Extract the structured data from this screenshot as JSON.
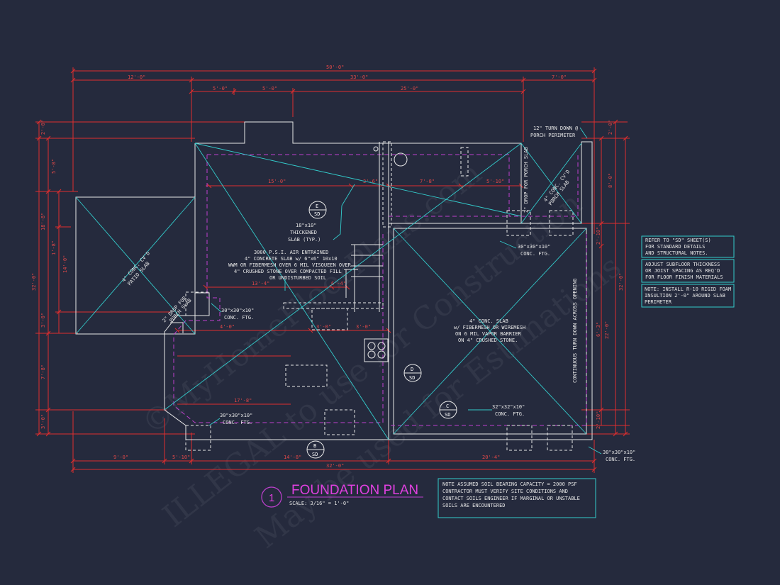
{
  "watermarks": [
    "©MyHomeFloorPlans.com",
    "ILLEGAL to use for Construction",
    "May be used for Estimations"
  ],
  "dims": {
    "overall_top": "50'-0\"",
    "top_left": "12'-0\"",
    "top_mid": "33'-0\"",
    "top_right": "7'-0\"",
    "sub_a": "5'-0\"",
    "sub_b": "5'-0\"",
    "sub_c": "25'-0\"",
    "overall_bottom": "32'-0\"",
    "bot_left": "9'-0\"",
    "bot_b": "5'-10\"",
    "bot_c": "14'-8\"",
    "bot_d": "20'-4\"",
    "left_total": "32'-0\"",
    "left_a": "2'-0\"",
    "left_b": "5'-8\"",
    "left_c": "18'-8\"",
    "left_d": "3'-0\"",
    "left_e": "7'-8\"",
    "left_f": "3'-0\"",
    "left_g": "14'-0\"",
    "left_h": "1'-8\"",
    "right_total": "32'-0\"",
    "right_a": "2'-0\"",
    "right_b": "8'-0\"",
    "right_c": "2'-10\"",
    "right_d": "6'-3\"",
    "right_e": "22'-0\"",
    "right_f": "2'-10\"",
    "int_a": "15'-0\"",
    "int_b": "3'-6\"",
    "int_c": "7'-8\"",
    "int_d": "5'-10\"",
    "int_e": "13'-4\"",
    "int_f": "6'-4\"",
    "int_g": "3'-0\"",
    "int_h": "3'-0\"",
    "int_i": "4'-0\"",
    "int_j": "17'-8\""
  },
  "labels": {
    "turn_down": [
      "12\" TURN DOWN @",
      "PORCH PERIMETER"
    ],
    "porch_slab_r": [
      "4\" CONC. CV'D",
      "PORCH SLAB"
    ],
    "drop_r": [
      "2\" DROP FOR PORCH SLAB"
    ],
    "patio_slab": [
      "4\" CONC. CV'D",
      "PATIO SLAB"
    ],
    "drop_l": [
      "2\" DROP FOR",
      "PORCH SLAB"
    ],
    "thickened": [
      "18\"x10\"",
      "THICKENED",
      "SLAB (TYP.)"
    ],
    "slab_note_l": [
      "3000 P.S.I. AIR ENTRAINED",
      "4\" CONCRETE SLAB w/ 6\"x6\" 10x10",
      "WWM OR FIBERMESH OVER 6 MIL VISQUEEN OVER",
      "4\" CRUSHED STONE OVER COMPACTED FILL",
      "OR UNDISTURBED SOIL"
    ],
    "slab_note_r": [
      "4\" CONC. SLAB",
      "w/ FIBERMESH OR WIREMESH",
      "ON 6 MIL VAPOR BARRIER",
      "ON 4\" CRUSHED STONE."
    ],
    "ftg_1": [
      "30\"x30\"x10\"",
      "CONC. FTG."
    ],
    "ftg_2": [
      "30\"x30\"x10\"",
      "CONC. FTG."
    ],
    "ftg_3": [
      "30\"x30\"x10\"",
      "CONC. FTG."
    ],
    "ftg_4": [
      "32\"x32\"x10\"",
      "CONC. FTG."
    ],
    "ftg_5": [
      "30\"x30\"x10\"",
      "CONC. FTG."
    ],
    "continuous": "CONTINUOUS TURN DOWN ACROSS OPENING",
    "sd": "SD",
    "tag_e": "E",
    "tag_d": "D",
    "tag_c": "C",
    "tag_b": "B"
  },
  "notes_right": [
    [
      "REFER TO \"SD\" SHEET(S)",
      "FOR STANDARD DETAILS",
      "AND STRUCTURAL NOTES."
    ],
    [
      "ADJUST SUBFLOOR THICKNESS",
      "OR JOIST SPACING AS REQ'D",
      "FOR FLOOR FINISH MATERIALS"
    ],
    [
      "NOTE: INSTALL R-10 RIGID FOAM",
      "INSULTION 2'-0\" AROUND SLAB",
      "PERIMETER"
    ]
  ],
  "bottom_note": [
    "NOTE ASSUMED SOIL BEARING CAPACITY = 2000 PSF",
    "CONTRACTOR MUST VERIFY SITE CONDITIONS AND",
    "CONTACT SOILS ENGINEER IF MARGINAL OR UNSTABLE",
    "SOILS ARE ENCOUNTERED"
  ],
  "title": {
    "number": "1",
    "text": "FOUNDATION PLAN",
    "scale": "SCALE: 3/16\" = 1'-0\""
  },
  "colors": {
    "background": "#252a3d",
    "dimension": "#e02e2e",
    "annotation": "#33cccc",
    "title": "#e040e0"
  }
}
